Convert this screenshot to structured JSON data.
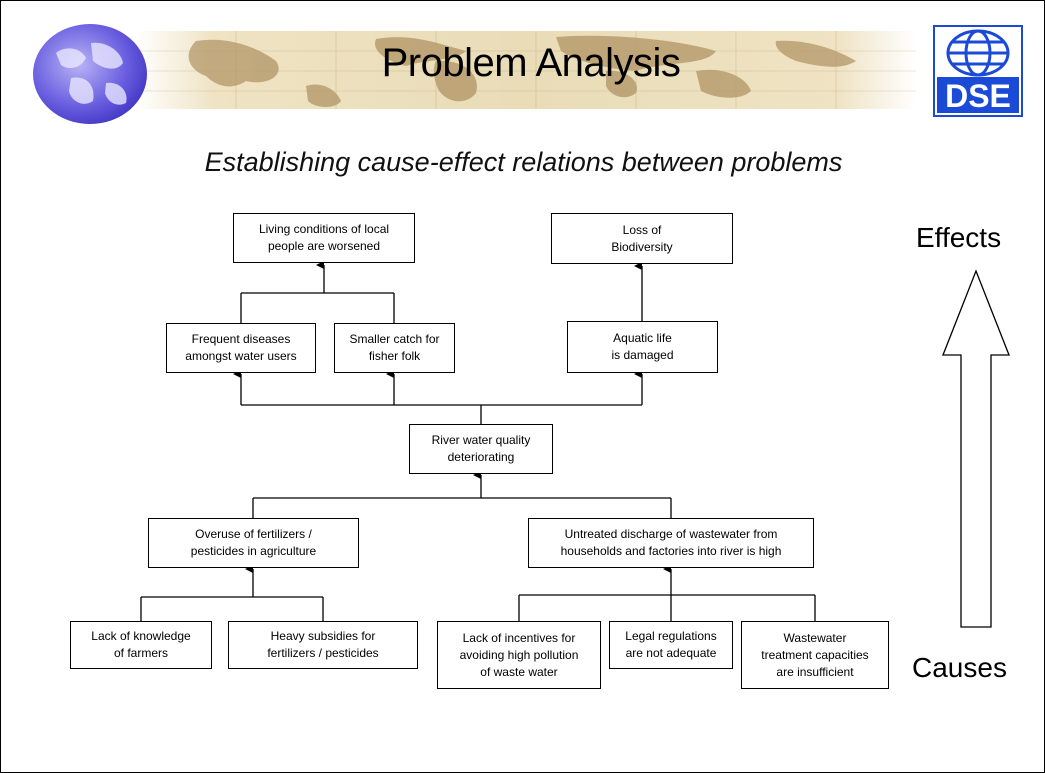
{
  "header": {
    "title": "Problem Analysis",
    "subtitle": "Establishing cause-effect relations between problems",
    "logo_text": "DSE"
  },
  "diagram": {
    "effects_label": "Effects",
    "causes_label": "Causes",
    "boxes": {
      "living_conditions": "Living conditions of local\npeople are worsened",
      "loss_biodiversity": "Loss of\nBiodiversity",
      "frequent_diseases": "Frequent diseases\namongst water users",
      "smaller_catch": "Smaller catch for\nfisher folk",
      "aquatic_life": "Aquatic life\nis damaged",
      "river_quality": "River water quality\ndeteriorating",
      "overuse_fertilizers": "Overuse of fertilizers /\npesticides in agriculture",
      "untreated_discharge": "Untreated discharge of wastewater  from\nhouseholds and factories into river is high",
      "lack_knowledge": "Lack of knowledge\nof farmers",
      "heavy_subsidies": "Heavy subsidies for\nfertilizers / pesticides",
      "lack_incentives": "Lack of incentives for\navoiding high pollution\nof waste water",
      "legal_regulations": "Legal regulations\nare not adequate",
      "wastewater_capacities": "Wastewater\ntreatment capacities\nare insufficient"
    }
  },
  "colors": {
    "banner": "#ece0bf",
    "map": "#8a6a3c",
    "globe": "#5b4fd6",
    "logo": "#1a4ad6"
  },
  "icons": [
    "globe-icon",
    "dse-logo-icon"
  ]
}
